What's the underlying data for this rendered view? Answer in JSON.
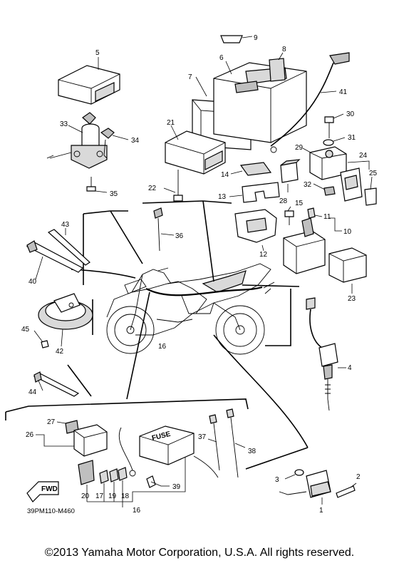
{
  "diagram": {
    "doc_code": "39PM110-M460",
    "fwd_label": "FWD",
    "fuse_label": "FUSE",
    "callouts": {
      "c1": "1",
      "c2": "2",
      "c3": "3",
      "c4": "4",
      "c5": "5",
      "c6": "6",
      "c7": "7",
      "c8": "8",
      "c9": "9",
      "c10": "10",
      "c11": "11",
      "c12": "12",
      "c13": "13",
      "c14": "14",
      "c15": "15",
      "c16a": "16",
      "c16b": "16",
      "c17": "17",
      "c18": "18",
      "c19": "19",
      "c20": "20",
      "c21": "21",
      "c22": "22",
      "c23": "23",
      "c24": "24",
      "c25": "25",
      "c26": "26",
      "c27": "27",
      "c28": "28",
      "c29": "29",
      "c30": "30",
      "c31": "31",
      "c32": "32",
      "c33": "33",
      "c34": "34",
      "c35": "35",
      "c36": "36",
      "c37": "37",
      "c38": "38",
      "c39": "39",
      "c40": "40",
      "c41": "41",
      "c42": "42",
      "c43": "43",
      "c44": "44",
      "c45": "45"
    }
  },
  "footer": {
    "copyright": "©2013 Yamaha Motor Corporation, U.S.A. All rights reserved."
  }
}
